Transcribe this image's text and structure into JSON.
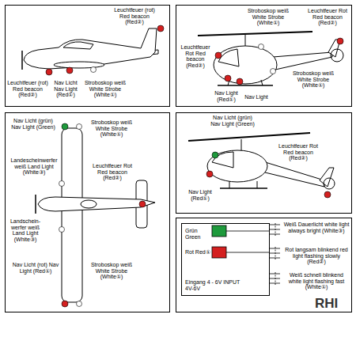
{
  "diagram": {
    "nodes": [
      {
        "text": [
          "Leuchtfeuer (rot) Red beacon (Red②)",
          "Leuchtfeuer (rot) Red beacon (Red②)",
          "Nav Licht Nav Light (Red①)",
          "Stroboskop weiß White Strobe (White①)"
        ]
      },
      {
        "text": [
          "Stroboskop weiß White Strobe (White①)",
          "Leuchtfeuer Rot Red beacon (Red②)",
          "Leuchtfeuer Rot Red beacon (Red②)",
          "Nav Light (Red①)",
          "Nav Light",
          "Stroboskop weiß White Strobe (White①)"
        ]
      },
      {
        "text": [
          "Nav Licht (grün) Nav Light (Green)",
          "Stroboskop weiß White Strobe (White①)",
          "Landescheinwerfer weiß Land Light (White③)",
          "Leuchtfeuer Rot Red beacon (Red②)",
          "Landschein- werfer weiß Land Light (White③)",
          "Nav Licht (rot) Nav Light (Red①)",
          "Stroboskop weiß White Strobe (White①)"
        ]
      },
      {
        "text": [
          "Nav Licht (grün) Nav Light (Green)",
          "Leuchtfeuer Rot Red beacon (Red②)",
          "Nav Light (Red①)"
        ]
      },
      {
        "text": [
          "Weiß Dauerlicht white light always bright (White③)",
          "Rot langsam blinkend red light flashing slowly (Red②)",
          "Weiß schnell blinkend white light flashing fast (White①)"
        ]
      },
      {
        "text": [
          "Grün Green",
          "Rot Red①",
          "Eingang 4 - 6V INPUT 4V-6V"
        ],
        "in": 4
      }
    ],
    "labels": [
      "RHI"
    ]
  }
}
